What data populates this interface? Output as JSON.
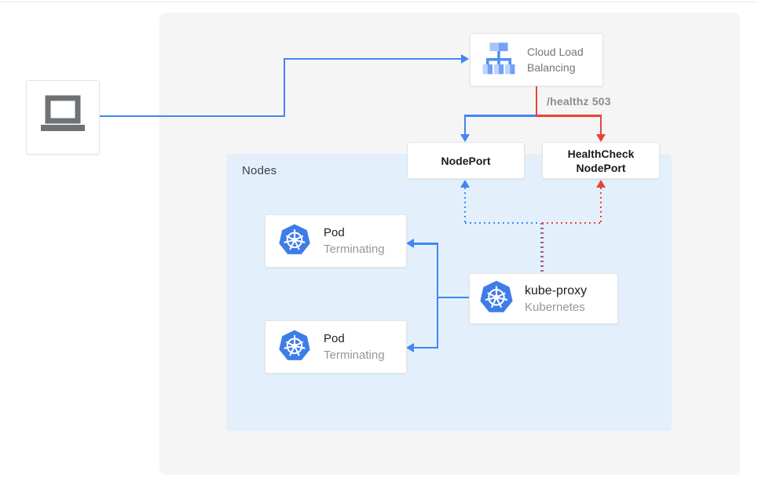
{
  "groups": {
    "nodes": {
      "label": "Nodes"
    }
  },
  "boxes": {
    "cloud_load_balancing": {
      "label": "Cloud Load Balancing",
      "icon": "cloud-load-balancing-icon"
    },
    "nodeport": {
      "label": "NodePort"
    },
    "healthcheck_nodeport": {
      "label": "HealthCheck NodePort"
    },
    "kube_proxy": {
      "title": "kube-proxy",
      "subtitle": "Kubernetes",
      "icon": "kubernetes-icon"
    },
    "pods": [
      {
        "title": "Pod",
        "status": "Terminating",
        "icon": "kubernetes-icon"
      },
      {
        "title": "Pod",
        "status": "Terminating",
        "icon": "kubernetes-icon"
      }
    ],
    "client": {
      "icon": "laptop-icon"
    }
  },
  "edges": {
    "healthz_label": "/healthz 503"
  },
  "colors": {
    "traffic_blue": "#4285F4",
    "healthcheck_red": "#EA4335",
    "nodes_background": "#E3F0FB",
    "panel_background": "#F5F5F5",
    "muted_text": "#757575",
    "dark_text": "#212121",
    "kubernetes_blue": "#326CE5"
  }
}
